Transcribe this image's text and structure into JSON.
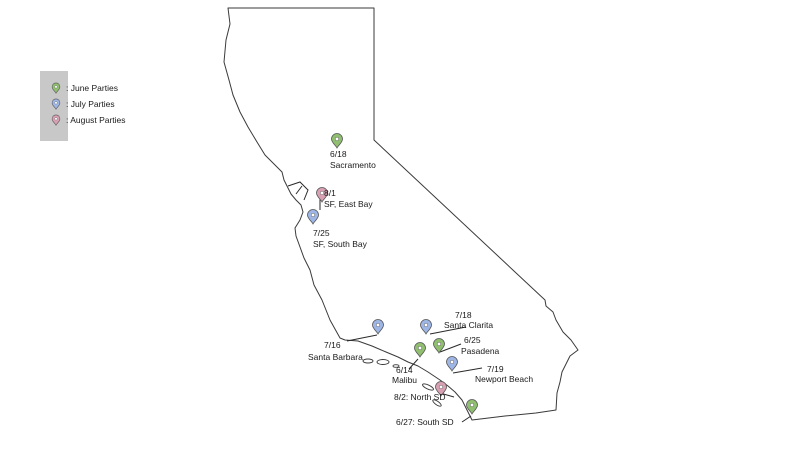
{
  "colors": {
    "june": "#8fbf6f",
    "july": "#9db6e6",
    "august": "#d9a0b3"
  },
  "legend": [
    {
      "key": "june",
      "label": ": June Parties",
      "icon": "map-pin-icon"
    },
    {
      "key": "july",
      "label": ": July Parties",
      "icon": "map-pin-icon"
    },
    {
      "key": "august",
      "label": ": August Parties",
      "icon": "map-pin-icon"
    }
  ],
  "parties": [
    {
      "id": "sacramento",
      "month": "june",
      "date": "6/18",
      "place": "Sacramento"
    },
    {
      "id": "sf-east-bay",
      "month": "august",
      "date": "8/1",
      "place": "SF, East Bay"
    },
    {
      "id": "sf-south-bay",
      "month": "july",
      "date": "7/25",
      "place": "SF, South Bay"
    },
    {
      "id": "santa-barbara",
      "month": "july",
      "date": "7/16",
      "place": "Santa Barbara"
    },
    {
      "id": "santa-clarita",
      "month": "july",
      "date": "7/18",
      "place": "Santa Clarita"
    },
    {
      "id": "pasadena",
      "month": "june",
      "date": "6/25",
      "place": "Pasadena"
    },
    {
      "id": "malibu",
      "month": "june",
      "date": "6/14",
      "place": "Malibu"
    },
    {
      "id": "newport-beach",
      "month": "july",
      "date": "7/19",
      "place": "Newport Beach"
    },
    {
      "id": "north-sd",
      "month": "august",
      "date": "8/2: North SD",
      "place": ""
    },
    {
      "id": "south-sd",
      "month": "june",
      "date": "6/27: South SD",
      "place": ""
    }
  ]
}
